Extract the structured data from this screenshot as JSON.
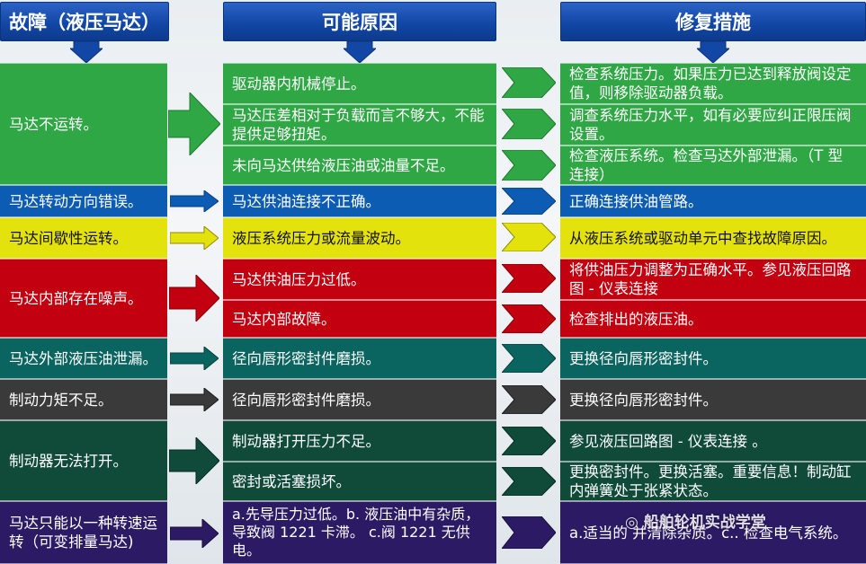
{
  "headers": {
    "fault": "故障（液压马达）",
    "cause": "可能原因",
    "remedy": "修复措施"
  },
  "colors": {
    "green": "#2fa745",
    "blue": "#0d5cb4",
    "yellow": "#e4e20c",
    "red": "#c20010",
    "teal": "#0a6460",
    "darkgray": "#3a3a3a",
    "darkgreen": "#0f4b38",
    "purple": "#2c1a64"
  },
  "faults": [
    {
      "text": "马达不运转。"
    },
    {
      "text": "马达转动方向错误。"
    },
    {
      "text": "马达间歇性运转。"
    },
    {
      "text": "马达内部存在噪声。"
    },
    {
      "text": "马达外部液压油泄漏。"
    },
    {
      "text": "制动力矩不足。"
    },
    {
      "text": "制动器无法打开。"
    },
    {
      "text": "马达只能以一种转速运转（可变排量马达)"
    }
  ],
  "causes": [
    {
      "text": "驱动器内机械停止。"
    },
    {
      "text": "马达压差相对于负载而言不够大，不能提供足够扭矩。"
    },
    {
      "text": "未向马达供给液压油或油量不足。"
    },
    {
      "text": "马达供油连接不正确。"
    },
    {
      "text": "液压系统压力或流量波动。"
    },
    {
      "text": "马达供油压力过低。"
    },
    {
      "text": "马达内部故障。"
    },
    {
      "text": "径向唇形密封件磨损。"
    },
    {
      "text": "径向唇形密封件磨损。"
    },
    {
      "text": "制动器打开压力不足。"
    },
    {
      "text": "密封或活塞损坏。"
    },
    {
      "text": "a.先导压力过低。b. 液压油中有杂质，导致阀 1221 卡滞。 c.阀 1221 无供电。"
    }
  ],
  "remedies": [
    {
      "text": "检查系统压力。如果压力已达到释放阀设定值，则移除驱动器负载。"
    },
    {
      "text": "调查系统压力水平，如有必要应纠正限压阀设置。"
    },
    {
      "text": "检查液压系统。检查马达外部泄漏。（T 型连接）"
    },
    {
      "text": "正确连接供油管路。"
    },
    {
      "text": "从液压系统或驱动单元中查找故障原因。"
    },
    {
      "text": "将供油压力调整为正确水平。参见液压回路图 - 仪表连接"
    },
    {
      "text": "检查排出的液压油。"
    },
    {
      "text": "更换径向唇形密封件。"
    },
    {
      "text": "更换径向唇形密封件。"
    },
    {
      "text": "参见液压回路图 - 仪表连接 。"
    },
    {
      "text": "更换密封件。更换活塞。重要信息！制动缸内弹簧处于张紧状态。"
    },
    {
      "text": "a.适当的                            并清除杂质。c.. 检查电气系统。"
    }
  ],
  "watermark": "船舶轮机实战学堂"
}
